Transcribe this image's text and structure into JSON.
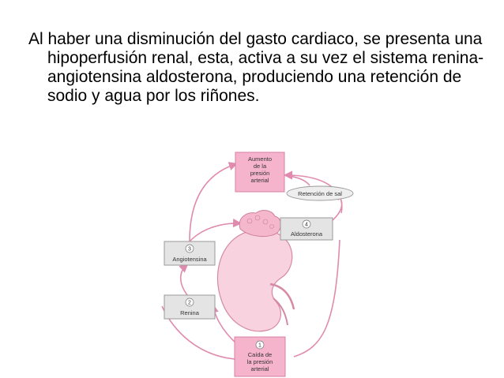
{
  "slide": {
    "paragraph": "Al haber una disminución del gasto cardiaco, se presenta una hipoperfusión renal, esta, activa a su vez el sistema renina-angiotensina aldosterona, produciendo una retención de sodio y agua por los riñones."
  },
  "diagram": {
    "top_box": [
      "Aumento",
      "de la",
      "presión",
      "arterial"
    ],
    "retention": "Retención de sal",
    "step4": {
      "num": "4",
      "label": "Aldosterona"
    },
    "step3": {
      "num": "3",
      "label": "Angiotensina"
    },
    "step2": {
      "num": "2",
      "label": "Renina"
    },
    "step1": {
      "num": "1",
      "lines": [
        "Caída de",
        "la presión",
        "arterial"
      ]
    }
  },
  "colors": {
    "pink_fill": "#f5b3cc",
    "pink_stroke": "#d87fa3",
    "gray_fill": "#e4e4e4",
    "gray_stroke": "#9a9a9a",
    "arrow": "#e08aae",
    "kidney": "#f9d2df",
    "adrenal": "#f5b7cc"
  }
}
